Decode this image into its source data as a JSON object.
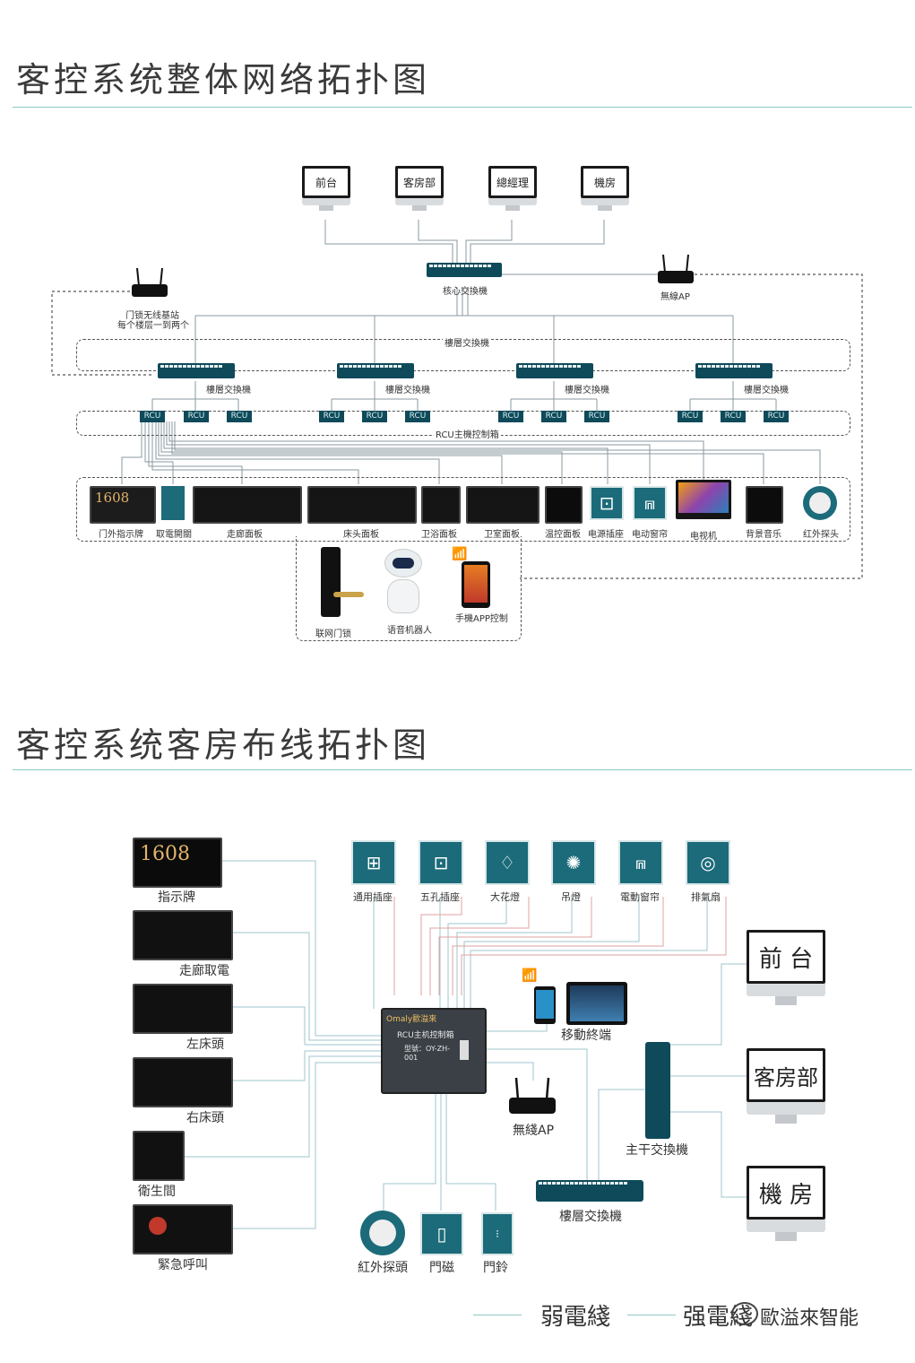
{
  "section1": {
    "title": "客控系统整体网络拓扑图",
    "terminals": [
      "前台",
      "客房部",
      "總經理",
      "機房"
    ],
    "core_switch_label": "核心交換機",
    "wireless_ap_label": "無線AP",
    "gateway_note_line1": "门锁无线基站",
    "gateway_note_line2": "每个楼层一到两个",
    "floor_switch_group_label": "樓層交換機",
    "floor_switch_label": "樓層交換機",
    "rcu_label": "RCU",
    "rcu_group_label": "RCU主機控制箱",
    "doorplate_number": "1608",
    "devices": [
      "门外指示牌",
      "取電開關",
      "走廊面板",
      "床头面板",
      "卫浴面板",
      "卫室面板",
      "温控面板",
      "电源插座",
      "电动窗帘",
      "电视机",
      "背景音乐",
      "红外探头"
    ],
    "bottom_devices": [
      "联网门锁",
      "语音机器人",
      "手機APP控制"
    ]
  },
  "section2": {
    "title": "客控系统客房布线拓扑图",
    "left_items": [
      "指示牌",
      "走廊取電",
      "左床頭",
      "右床頭",
      "衛生間",
      "緊急呼叫"
    ],
    "doorplate_number": "1608",
    "top_items": [
      "通用插座",
      "五孔插座",
      "大花燈",
      "吊燈",
      "電動窗帘",
      "排氣扇"
    ],
    "controller_brand": "Omaly歐溢來",
    "controller_title": "RCU主机控制箱",
    "controller_model": "型號：OY-ZH-001",
    "mobile_label": "移動終端",
    "ap_label": "無綫AP",
    "trunk_switch_label": "主干交換機",
    "floor_switch_label": "樓層交換機",
    "bottom_items": [
      "紅外探頭",
      "門磁",
      "門鈴"
    ],
    "terminals": [
      "前 台",
      "客房部",
      "機 房"
    ],
    "legend_weak": "弱電綫",
    "legend_strong": "强電綫",
    "watermark": "歐溢來智能"
  }
}
